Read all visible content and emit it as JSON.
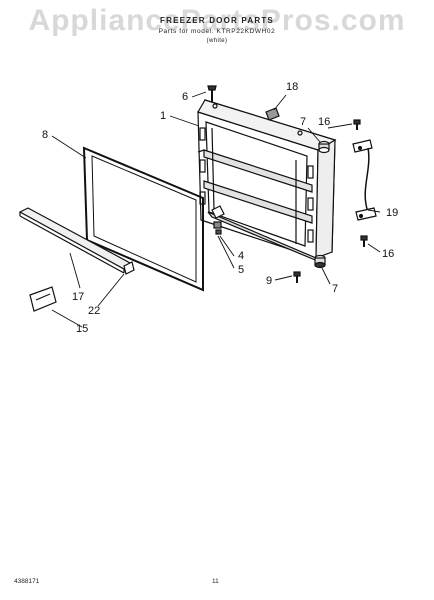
{
  "header": {
    "title": "FREEZER DOOR PARTS",
    "subtitle": "Parts for model: KTRP22KDWH02",
    "note": "(white)"
  },
  "watermark": "AppliancePartsPros.com",
  "callouts": [
    "1",
    "4",
    "5",
    "6",
    "7",
    "7",
    "8",
    "9",
    "15",
    "16",
    "16",
    "17",
    "18",
    "19",
    "22"
  ],
  "footer": {
    "left": "4388171",
    "page": "11"
  }
}
